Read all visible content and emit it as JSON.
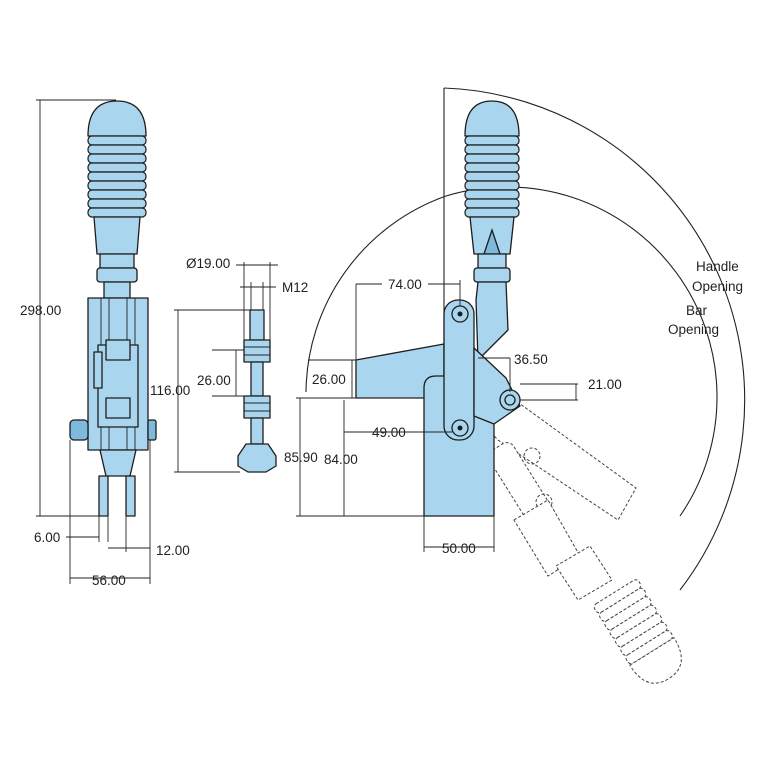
{
  "front_view": {
    "overall_height": "298.00",
    "pin_gap": "6.00",
    "jaw_width": "12.00",
    "base_width": "56.00"
  },
  "spindle_view": {
    "head_diameter": "Ø19.00",
    "thread": "M12",
    "length": "116.00",
    "thread_length": "26.00"
  },
  "side_view": {
    "arm_length": "74.00",
    "pivot_offset": "36.50",
    "pivot_height": "21.00",
    "arm_thickness": "26.00",
    "base_offset": "49.00",
    "overall_height": "85.90",
    "body_height": "84.00",
    "body_width": "50.00",
    "handle_opening_label": "Handle\nOpening",
    "bar_opening_label": "Bar\nOpening"
  },
  "colors": {
    "part_fill": "#a9d6ee",
    "outline": "#1c1c1c"
  }
}
